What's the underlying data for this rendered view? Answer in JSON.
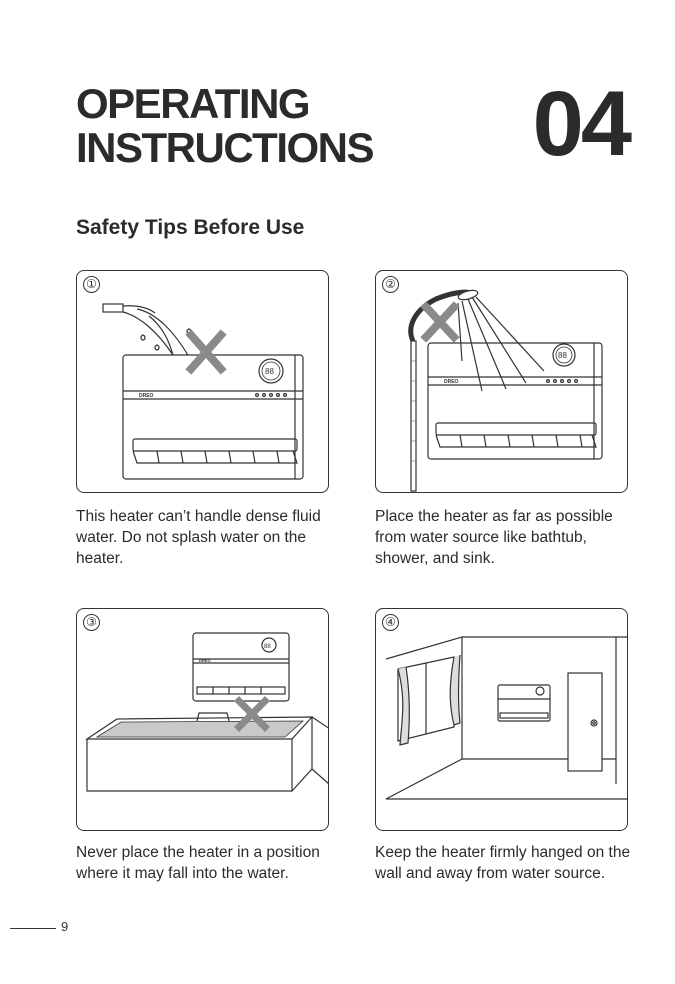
{
  "title_line1": "OPERATING",
  "title_line2": "INSTRUCTIONS",
  "chapter": "04",
  "section_title": "Safety Tips Before Use",
  "tips": [
    {
      "number": "①",
      "caption": "This heater can’t handle dense fluid water. Do not splash water on the heater."
    },
    {
      "number": "②",
      "caption": "Place the heater as far as possible from water source like bathtub, shower, and sink."
    },
    {
      "number": "③",
      "caption": "Never place the heater in a position where it may fall into the water."
    },
    {
      "number": "④",
      "caption": "Keep the heater firmly hanged on the wall and away from water source."
    }
  ],
  "heater_display": "88",
  "brand_label": "DREO",
  "page_number": "9"
}
